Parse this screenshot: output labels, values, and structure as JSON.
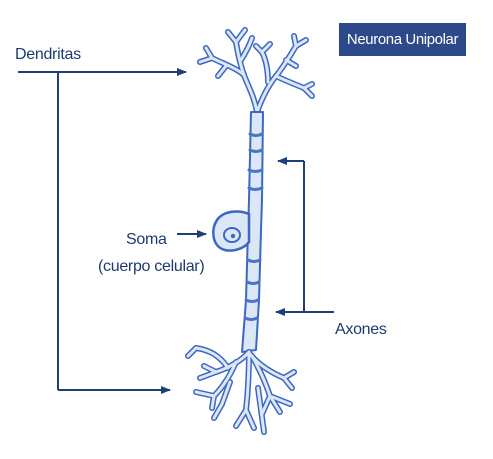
{
  "title": "Neurona Unipolar",
  "labels": {
    "dendrites": "Dendritas",
    "soma": "Soma",
    "soma_detail": "(cuerpo celular)",
    "axons": "Axones"
  },
  "colors": {
    "label_text": "#1e3a6e",
    "arrow": "#1e3f78",
    "badge_background": "#2c4a8a",
    "badge_text": "#ffffff",
    "neuron_fill": "#dbe6f6",
    "neuron_stroke": "#3d67c0",
    "neuron_band": "#4a74c8"
  }
}
